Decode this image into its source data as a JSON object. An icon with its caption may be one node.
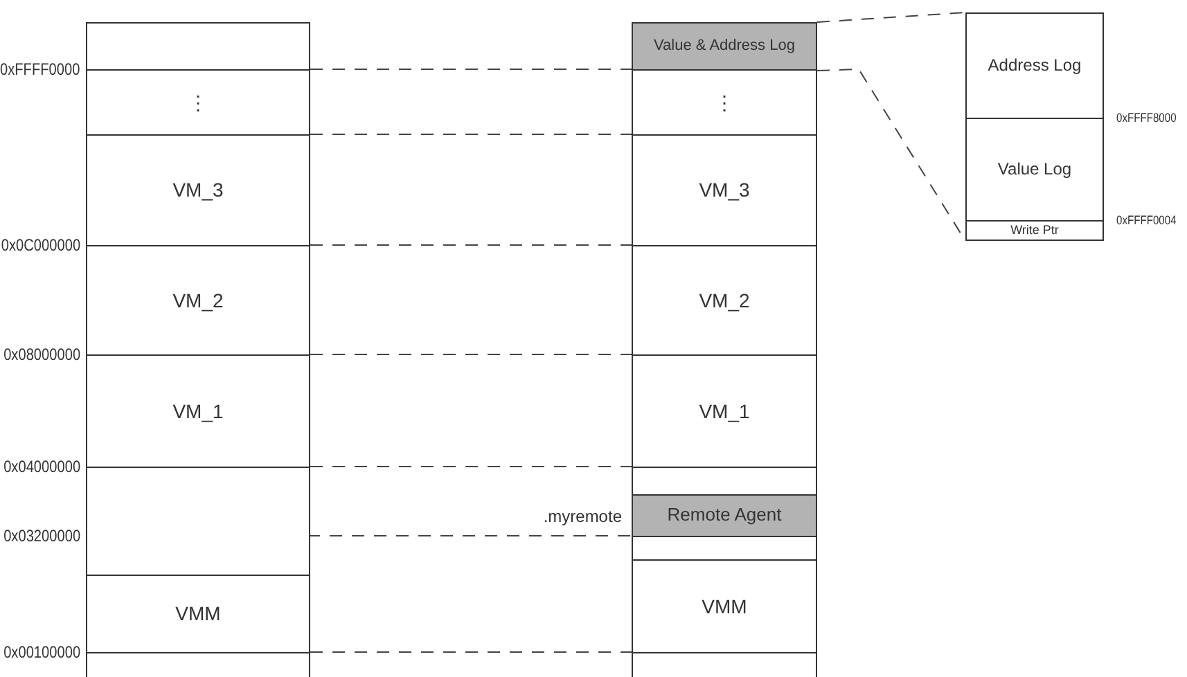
{
  "diagram": {
    "nodes": [
      {
        "text": [],
        "shape": "box"
      },
      {
        "text": [
          "⋮"
        ]
      },
      {
        "text": [
          "VM_3"
        ]
      },
      {
        "text": [
          "VM_2"
        ]
      },
      {
        "text": [
          "VM_1"
        ]
      },
      {
        "text": [],
        "shape": "box"
      },
      {
        "text": [
          "VMM"
        ]
      },
      {
        "text": [],
        "shape": "box"
      },
      {
        "text": [
          "Value & Address Log"
        ]
      },
      {
        "text": [
          "⋮"
        ]
      },
      {
        "text": [
          "VM_3"
        ]
      },
      {
        "text": [
          "VM_2"
        ]
      },
      {
        "text": [
          "VM_1"
        ]
      },
      {
        "text": [],
        "shape": "box"
      },
      {
        "text": [
          "Remote Agent"
        ],
        "beside": [
          ".myremote"
        ]
      },
      {
        "text": [],
        "shape": "box"
      },
      {
        "text": [
          "VMM"
        ]
      },
      {
        "text": [],
        "shape": "box"
      },
      {
        "text": [
          "Address Log"
        ]
      },
      {
        "text": [
          "Value Log"
        ]
      },
      {
        "text": [
          "Write Ptr"
        ]
      }
    ],
    "edges": [
      {
        "from": 8,
        "to": 18,
        "arrow": "none",
        "style": "dashed"
      },
      {
        "from": 8,
        "to": 20,
        "arrow": "none",
        "style": "dashed"
      }
    ],
    "labels": [
      "0xFFFF0000",
      "0x0C000000",
      "0x08000000",
      "0x04000000",
      "0x03200000",
      "0x00100000",
      "0xFFFF8000",
      "0xFFFF0004"
    ]
  }
}
